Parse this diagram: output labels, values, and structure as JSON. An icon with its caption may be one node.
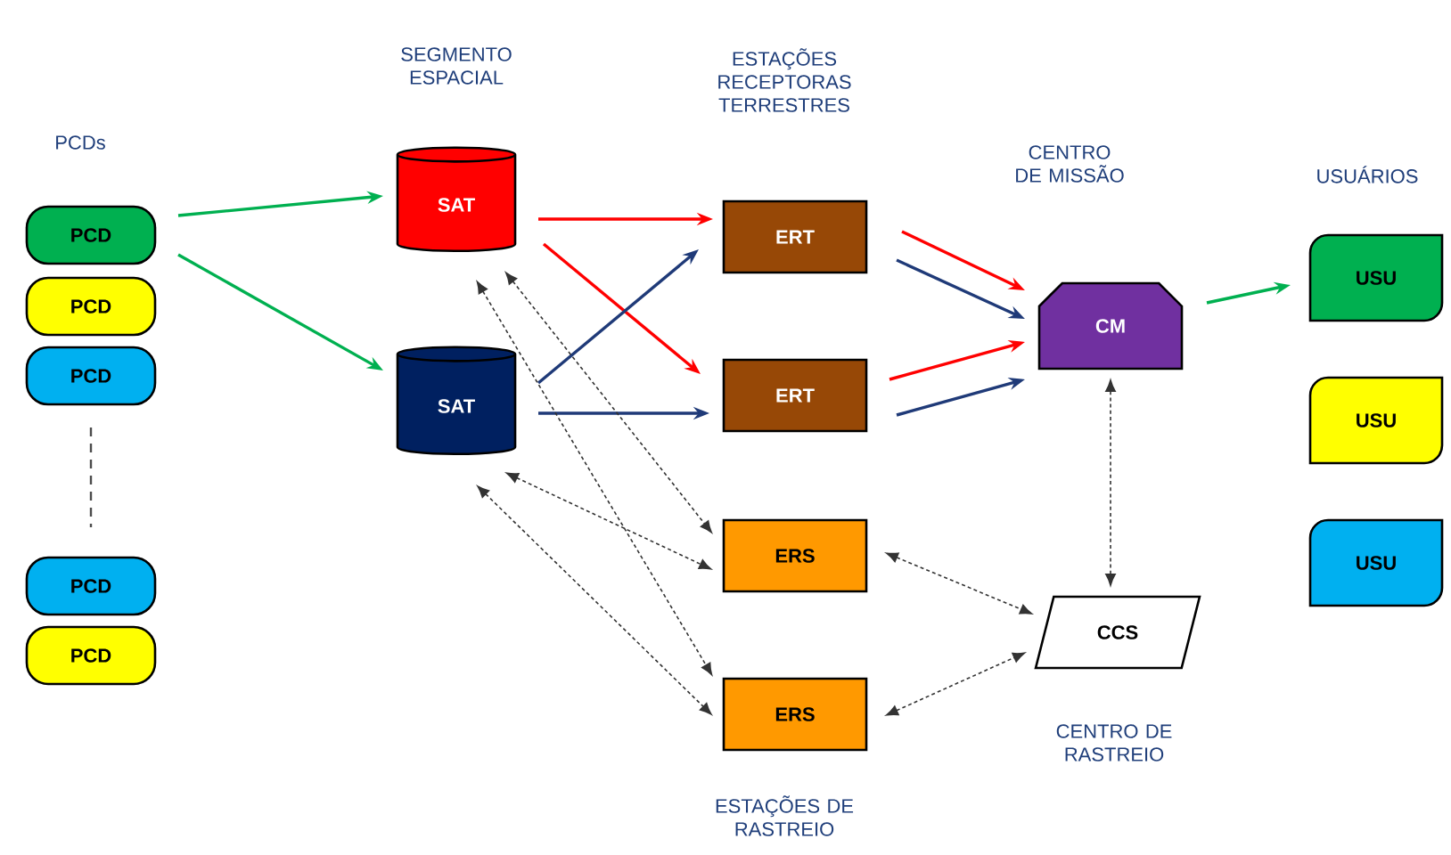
{
  "diagram": {
    "nodes": [
      {
        "text": [
          "PCD"
        ]
      },
      {
        "text": [
          "PCD"
        ]
      },
      {
        "text": [
          "PCD"
        ]
      },
      {
        "text": [
          "PCD"
        ]
      },
      {
        "text": [
          "PCD"
        ]
      },
      {
        "text": [
          "SAT"
        ]
      },
      {
        "text": [
          "SAT"
        ]
      },
      {
        "text": [
          "ERT"
        ]
      },
      {
        "text": [
          "ERT"
        ]
      },
      {
        "text": [
          "ERS"
        ]
      },
      {
        "text": [
          "ERS"
        ]
      },
      {
        "text": [
          "CM"
        ]
      },
      {
        "text": [
          "CCS"
        ]
      },
      {
        "text": [
          "USU"
        ]
      },
      {
        "text": [
          "USU"
        ]
      },
      {
        "text": [
          "USU"
        ]
      }
    ],
    "edges": [
      {
        "from": 0,
        "to": 5,
        "arrow": "to",
        "color": "#00b050"
      },
      {
        "from": 0,
        "to": 6,
        "arrow": "to",
        "color": "#00b050"
      },
      {
        "from": 5,
        "to": 7,
        "arrow": "to",
        "color": "#ff0000"
      },
      {
        "from": 5,
        "to": 8,
        "arrow": "to",
        "color": "#ff0000"
      },
      {
        "from": 6,
        "to": 7,
        "arrow": "to",
        "color": "#1f3a78"
      },
      {
        "from": 6,
        "to": 8,
        "arrow": "to",
        "color": "#1f3a78"
      },
      {
        "from": 7,
        "to": 11,
        "arrow": "to",
        "color": "#ff0000"
      },
      {
        "from": 7,
        "to": 11,
        "arrow": "to",
        "color": "#1f3a78"
      },
      {
        "from": 8,
        "to": 11,
        "arrow": "to",
        "color": "#ff0000"
      },
      {
        "from": 8,
        "to": 11,
        "arrow": "to",
        "color": "#1f3a78"
      },
      {
        "from": 11,
        "to": 13,
        "arrow": "to",
        "color": "#00b050"
      },
      {
        "from": 5,
        "to": 9,
        "arrow": "both",
        "style": "dashed"
      },
      {
        "from": 5,
        "to": 10,
        "arrow": "both",
        "style": "dashed"
      },
      {
        "from": 6,
        "to": 9,
        "arrow": "both",
        "style": "dashed"
      },
      {
        "from": 6,
        "to": 10,
        "arrow": "both",
        "style": "dashed"
      },
      {
        "from": 11,
        "to": 12,
        "arrow": "both",
        "style": "dashed"
      },
      {
        "from": 9,
        "to": 12,
        "arrow": "both",
        "style": "dashed"
      },
      {
        "from": 10,
        "to": 12,
        "arrow": "both",
        "style": "dashed"
      }
    ],
    "labels": [
      "PCDs",
      "SEGMENTO ESPACIAL",
      "ESTAÇÕES RECEPTORAS TERRESTRES",
      "CENTRO DE MISSÃO",
      "USUÁRIOS",
      "CENTRO DE RASTREIO",
      "ESTAÇÕES DE RASTREIO"
    ]
  }
}
